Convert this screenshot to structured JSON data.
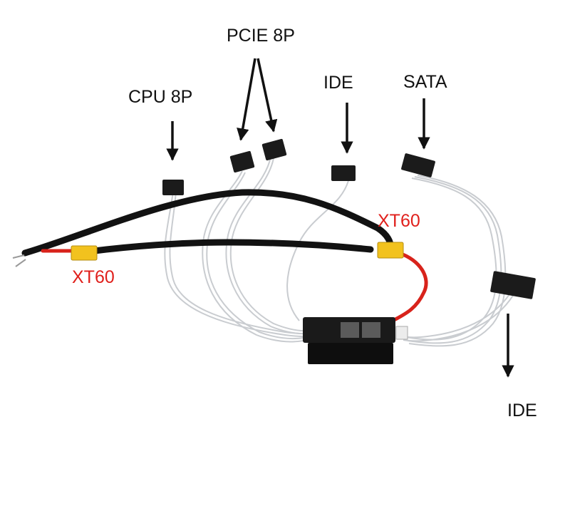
{
  "labels": {
    "pcie": "PCIE 8P",
    "cpu": "CPU 8P",
    "ide_top": "IDE",
    "sata": "SATA",
    "ide_bottom": "IDE",
    "xt60_right": "XT60",
    "xt60_left": "XT60"
  },
  "colors": {
    "label_black": "#111111",
    "label_red": "#e0201c",
    "cable_black": "#121212",
    "wire_red": "#d8231b",
    "connector_yellow": "#f2c21e",
    "wire_clear": "#c9ccd0",
    "board_black": "#1a1a1a"
  }
}
